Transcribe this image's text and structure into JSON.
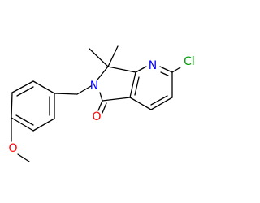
{
  "molecule": {
    "atoms": {
      "nitrogen_pyridine": {
        "symbol": "N",
        "color": "#0000ff"
      },
      "chlorine": {
        "symbol": "Cl",
        "color": "#00a000"
      },
      "nitrogen_lactam": {
        "symbol": "N",
        "color": "#0000ff"
      },
      "oxygen_carbonyl": {
        "symbol": "O",
        "color": "#ff0000"
      },
      "oxygen_methoxy": {
        "symbol": "O",
        "color": "#ff0000"
      }
    },
    "bond_color": "#000000"
  }
}
